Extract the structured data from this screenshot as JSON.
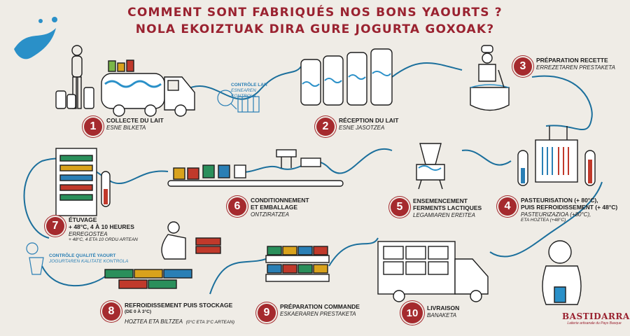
{
  "title": {
    "line1": "COMMENT SONT FABRIQUÉS NOS BONS YAOURTS ?",
    "line2": "NOLA EKOIZTUAK DIRA GURE JOGURTA GOXOAK?"
  },
  "steps": [
    {
      "num": "1",
      "fr": "COLLECTE DU LAIT",
      "eu": "ESNE BILKETA"
    },
    {
      "num": "2",
      "fr": "RÉCEPTION DU LAIT",
      "eu": "ESNE JASOTZEA"
    },
    {
      "num": "3",
      "fr": "PRÉPARATION RECETTE",
      "eu": "ERREZETAREN PRESTAKETA"
    },
    {
      "num": "4",
      "fr_line1": "PASTEURISATION (+ 80°C),",
      "fr_line2": "PUIS REFROIDISSEMENT (+ 48°C)",
      "eu_line1": "PASTEURIZAZIOA (+80°C),",
      "eu_line2": "ETA HOZTEA (+48°C)"
    },
    {
      "num": "5",
      "fr_line1": "ENSEMENCEMENT",
      "fr_line2": "FERMENTS LACTIQUES",
      "eu": "LEGAMIAREN EREITEA"
    },
    {
      "num": "6",
      "fr_line1": "CONDITIONNEMENT",
      "fr_line2": "ET EMBALLAGE",
      "eu": "ONTZIRATZEA"
    },
    {
      "num": "7",
      "fr_line1": "ÉTUVAGE",
      "fr_line2": "+ 48°C, 4 À 10 HEURES",
      "eu_line1": "ERREGOSTEA",
      "eu_line2": "+ 48°C, 4 ETA 10 ORDU ARTEAN"
    },
    {
      "num": "8",
      "fr_line1": "REFROIDISSEMENT PUIS STOCKAGE",
      "fr_line2": "(DE 0 À 3°C)",
      "eu_line1": "HOZTEA ETA BILTZEA",
      "eu_line2": "(0°C ETA 3°C ARTEAN)"
    },
    {
      "num": "9",
      "fr": "PRÉPARATION COMMANDE",
      "eu": "ESKAERAREN PRESTAKETA"
    },
    {
      "num": "10",
      "fr": "LIVRAISON",
      "eu": "BANAKETA"
    }
  ],
  "controls": [
    {
      "fr": "CONTRÔLE LAIT",
      "eu": "ESNEAREN KONTROLA"
    },
    {
      "fr": "CONTRÔLE QUALITÉ YAOURT",
      "eu": "JOGURTAREN KALITATE KONTROLA"
    }
  ],
  "logo": {
    "name": "BASTIDARRA",
    "subtitle": "Laiterie artisanale du Pays Basque"
  },
  "colors": {
    "title": "#9a2230",
    "badge": "#a52a2e",
    "path": "#1b6f9c",
    "milk_splash": "#2a90c8",
    "control_text": "#2a7fb5"
  }
}
